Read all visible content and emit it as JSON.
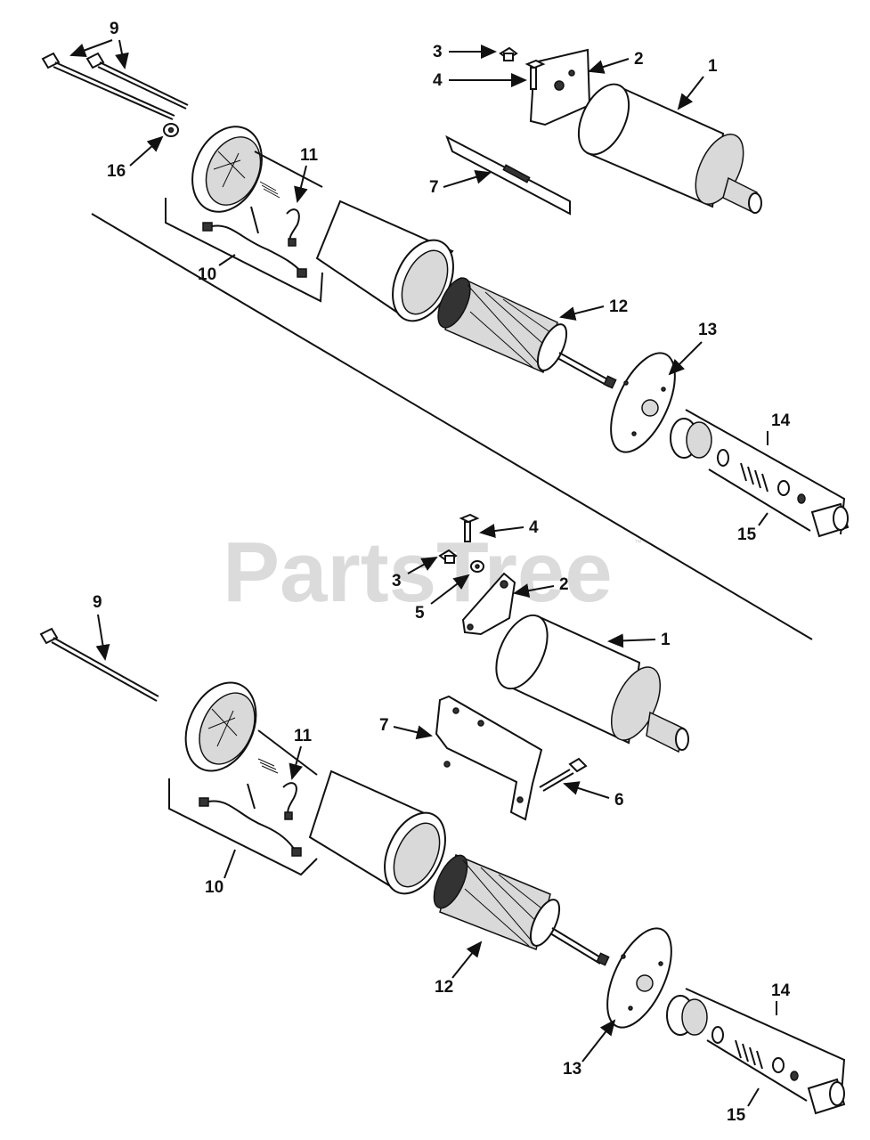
{
  "watermark": {
    "text": "PartsTree",
    "trademark": "™"
  },
  "upper_assembly": {
    "callouts": [
      "9",
      "3",
      "2",
      "4",
      "1",
      "16",
      "11",
      "7",
      "10",
      "12",
      "13",
      "14",
      "15"
    ]
  },
  "lower_assembly": {
    "callouts": [
      "4",
      "3",
      "2",
      "5",
      "9",
      "1",
      "11",
      "7",
      "6",
      "10",
      "12",
      "14",
      "13",
      "15"
    ]
  }
}
